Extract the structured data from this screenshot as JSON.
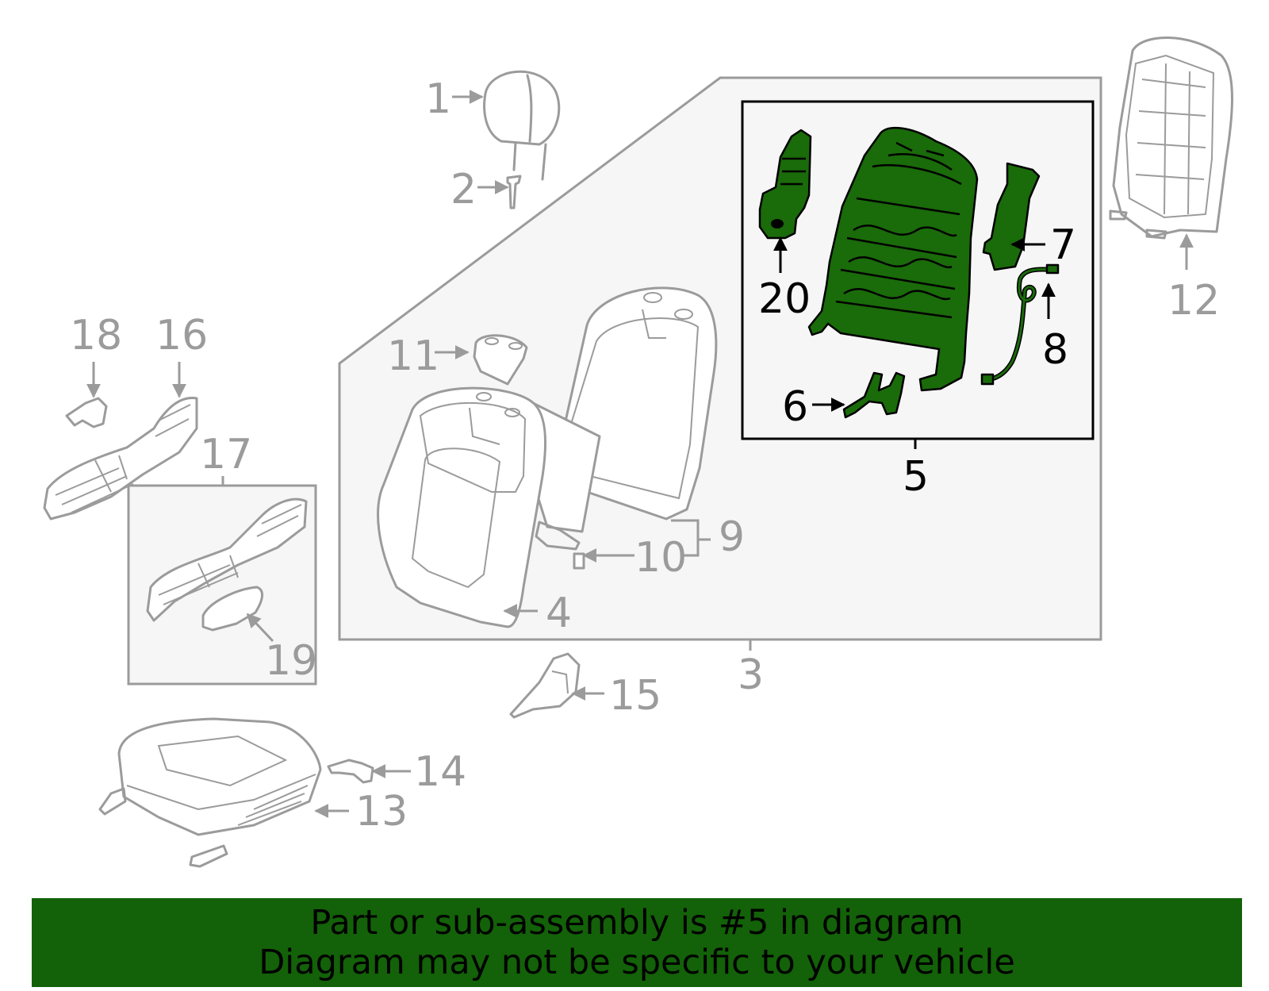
{
  "diagram": {
    "callouts": [
      "1",
      "2",
      "3",
      "4",
      "5",
      "6",
      "7",
      "8",
      "9",
      "10",
      "11",
      "12",
      "13",
      "14",
      "15",
      "16",
      "17",
      "18",
      "19",
      "20"
    ],
    "highlighted_part": "5",
    "highlight_color": "#1a6b0a",
    "muted_color": "#9b9b9b"
  },
  "banner": {
    "line1": "Part or sub-assembly is #5 in diagram",
    "line2": "Diagram may not be specific to your vehicle",
    "background": "#136108"
  }
}
